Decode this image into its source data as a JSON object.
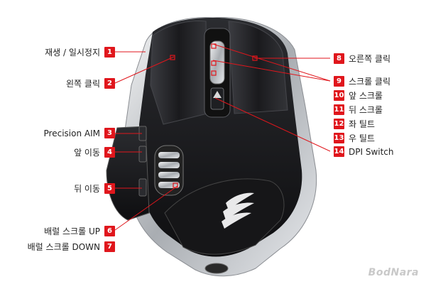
{
  "callouts": [
    {
      "num": "1",
      "label": "재생 / 일시정지"
    },
    {
      "num": "2",
      "label": "왼쪽 클릭"
    },
    {
      "num": "3",
      "label": "Precision AIM"
    },
    {
      "num": "4",
      "label": "앞 이동"
    },
    {
      "num": "5",
      "label": "뒤 이동"
    },
    {
      "num": "6",
      "label": "배럴 스크롤 UP"
    },
    {
      "num": "7",
      "label": "배럴 스크롤 DOWN"
    },
    {
      "num": "8",
      "label": "오른쪽 클릭"
    },
    {
      "num": "9",
      "label": "스크롤 클릭"
    },
    {
      "num": "10",
      "label": "앞 스크롤"
    },
    {
      "num": "11",
      "label": "뒤 스크롤"
    },
    {
      "num": "12",
      "label": "좌 틸트"
    },
    {
      "num": "13",
      "label": "우 틸트"
    },
    {
      "num": "14",
      "label": "DPI Switch"
    }
  ],
  "watermark": "BodNara",
  "colors": {
    "badge": "#e0161c",
    "leader": "#e0161c",
    "mouse_body": "#1c1c1e",
    "chrome": "#cfd2d6"
  }
}
